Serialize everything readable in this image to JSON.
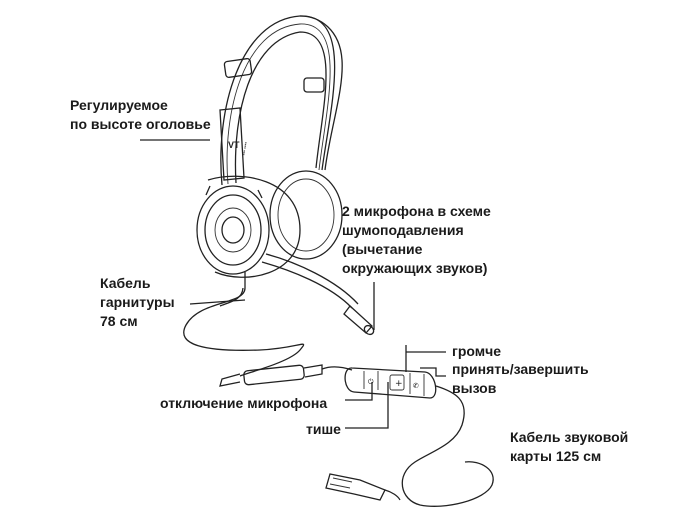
{
  "labels": {
    "headband": [
      "Регулируемое",
      "по высоте оголовье"
    ],
    "mics": [
      "2 микрофона в схеме",
      "шумоподавления",
      "(вычетание",
      "окружающих звуков)"
    ],
    "headset_cable": [
      "Кабель",
      "гарнитуры",
      "78 см"
    ],
    "volume_up": "громче",
    "answer_end": [
      "принять/завершить",
      "вызов"
    ],
    "mic_mute": "отключение микрофона",
    "volume_down": "тише",
    "soundcard_cable": [
      "Кабель звуковой",
      "карты 125 см"
    ]
  },
  "brand_text": "VT",
  "colors": {
    "line": "#222222",
    "text": "#1a1a1a",
    "background": "#ffffff"
  }
}
